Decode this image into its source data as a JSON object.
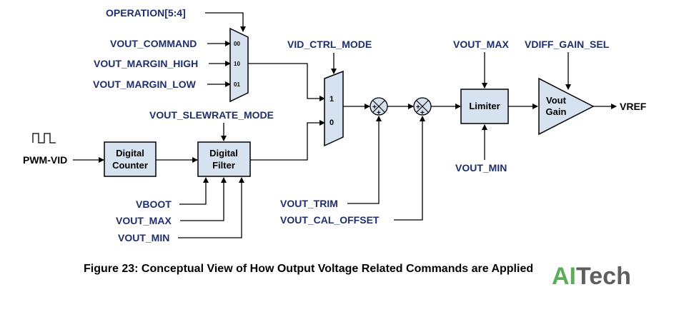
{
  "inputs": {
    "operation": "OPERATION[5:4]",
    "vout_command": "VOUT_COMMAND",
    "vout_margin_high": "VOUT_MARGIN_HIGH",
    "vout_margin_low": "VOUT_MARGIN_LOW",
    "vid_ctrl_mode": "VID_CTRL_MODE",
    "vout_slewrate_mode": "VOUT_SLEWRATE_MODE",
    "pwm_vid": "PWM-VID",
    "vboot": "VBOOT",
    "filter_vout_max": "VOUT_MAX",
    "filter_vout_min": "VOUT_MIN",
    "vout_trim": "VOUT_TRIM",
    "vout_cal_offset": "VOUT_CAL_OFFSET",
    "limiter_vout_max": "VOUT_MAX",
    "limiter_vout_min": "VOUT_MIN",
    "vdiff_gain_sel": "VDIFF_GAIN_SEL",
    "output": "VREF"
  },
  "mux1": {
    "in_top": "00",
    "in_mid": "10",
    "in_bot": "01"
  },
  "mux2": {
    "in_top": "1",
    "in_bot": "0"
  },
  "blocks": {
    "counter_line1": "Digital",
    "counter_line2": "Counter",
    "filter_line1": "Digital",
    "filter_line2": "Filter",
    "limiter": "Limiter",
    "gain_line1": "Vout",
    "gain_line2": "Gain"
  },
  "summer_signs": {
    "plus": "+",
    "x": "×"
  },
  "caption": "Figure 23: Conceptual View of How Output Voltage Related Commands are Applied",
  "watermark": {
    "part1": "AI",
    "part2": "Tech"
  }
}
